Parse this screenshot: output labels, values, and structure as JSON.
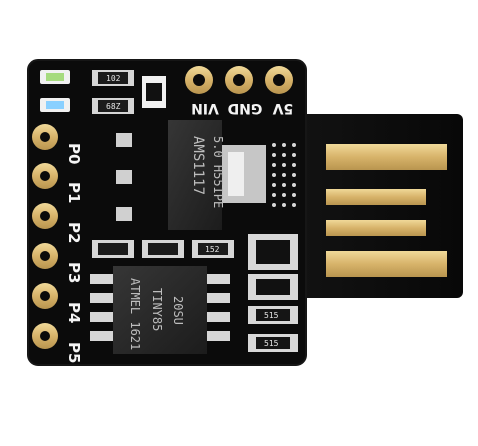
{
  "image": {
    "subject": "",
    "colors": {
      "board": "#0b0b0b",
      "gold": "#d8b76a",
      "silver": "#cfcfcf",
      "silkscreen": "#f4f4f4",
      "chip": "#2a2a2a"
    }
  },
  "header_pins": {
    "labels": [
      "5V",
      "GND",
      "VIN"
    ]
  },
  "side_pins": {
    "labels": [
      "P0",
      "P1",
      "P2",
      "P3",
      "P4",
      "P5"
    ]
  },
  "regulator": {
    "line1": "AMS1117",
    "line2": "5.0 H55IPE"
  },
  "mcu": {
    "line1": "ATMEL 1621",
    "line2": "TINY85",
    "line3": "20SU"
  },
  "components": {
    "r1": "102",
    "r2": "68Z",
    "r3": "152",
    "d1": "515",
    "d2": "515"
  }
}
